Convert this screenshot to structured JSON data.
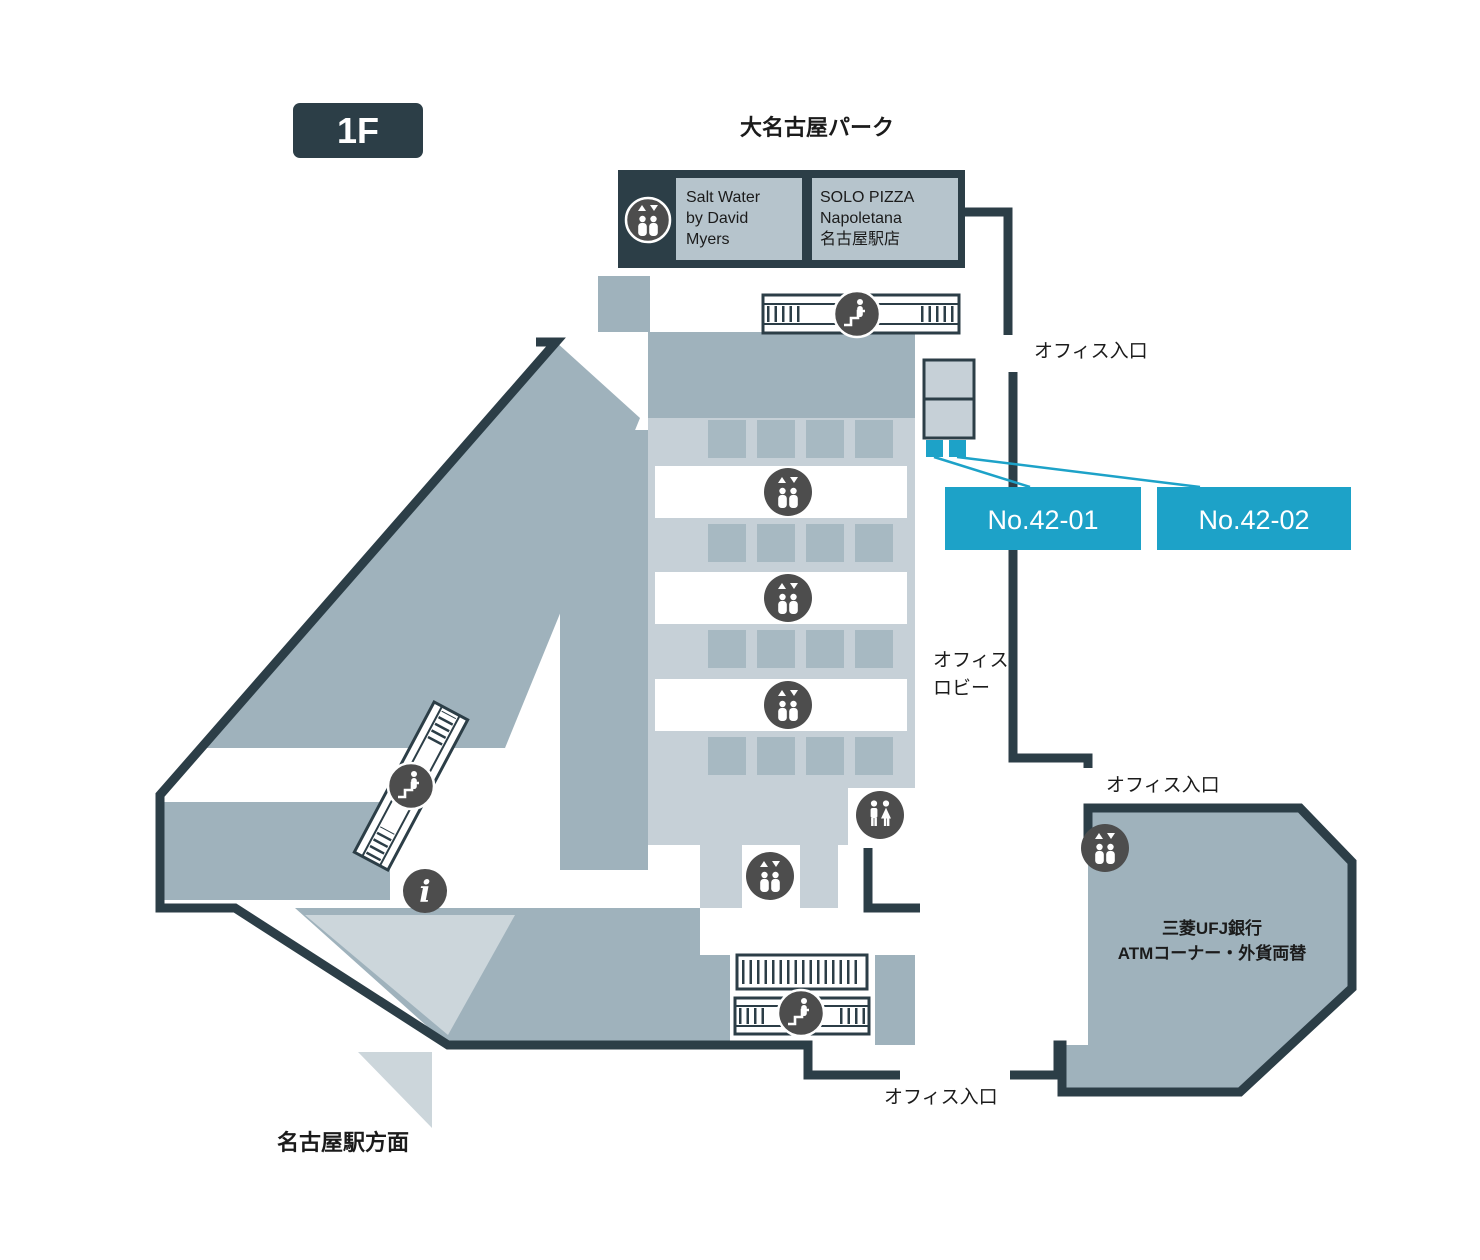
{
  "colors": {
    "wall": "#2c3e47",
    "area_mid": "#9fb2bc",
    "area_light": "#c6d0d7",
    "area_pale": "#ccd6db",
    "tenant_block": "#b6c4cc",
    "grid_square": "#a7b9c2",
    "highlight": "#1da2c8",
    "icon_bg": "#4d4d4d",
    "text": "#1b1b1b"
  },
  "floor_badge": {
    "label": "1F"
  },
  "map_labels": {
    "north_area": "大名古屋パーク",
    "south_area": "名古屋駅方面",
    "office_entrance_top": "オフィス入口",
    "office_entrance_mid": "オフィス入口",
    "office_entrance_bottom": "オフィス入口",
    "office_lobby_l1": "オフィス",
    "office_lobby_l2": "ロビー",
    "bank_l1": "三菱UFJ銀行",
    "bank_l2": "ATMコーナー・外貨両替"
  },
  "tenants": {
    "salt_water": {
      "l1": "Salt Water",
      "l2": "by David",
      "l3": "Myers"
    },
    "solo_pizza": {
      "l1": "SOLO PIZZA",
      "l2": "Napoletana",
      "l3": "名古屋駅店"
    }
  },
  "units": {
    "unit_01": {
      "label": "No.42-01"
    },
    "unit_02": {
      "label": "No.42-02"
    }
  },
  "icons": {
    "info_glyph": "i"
  }
}
